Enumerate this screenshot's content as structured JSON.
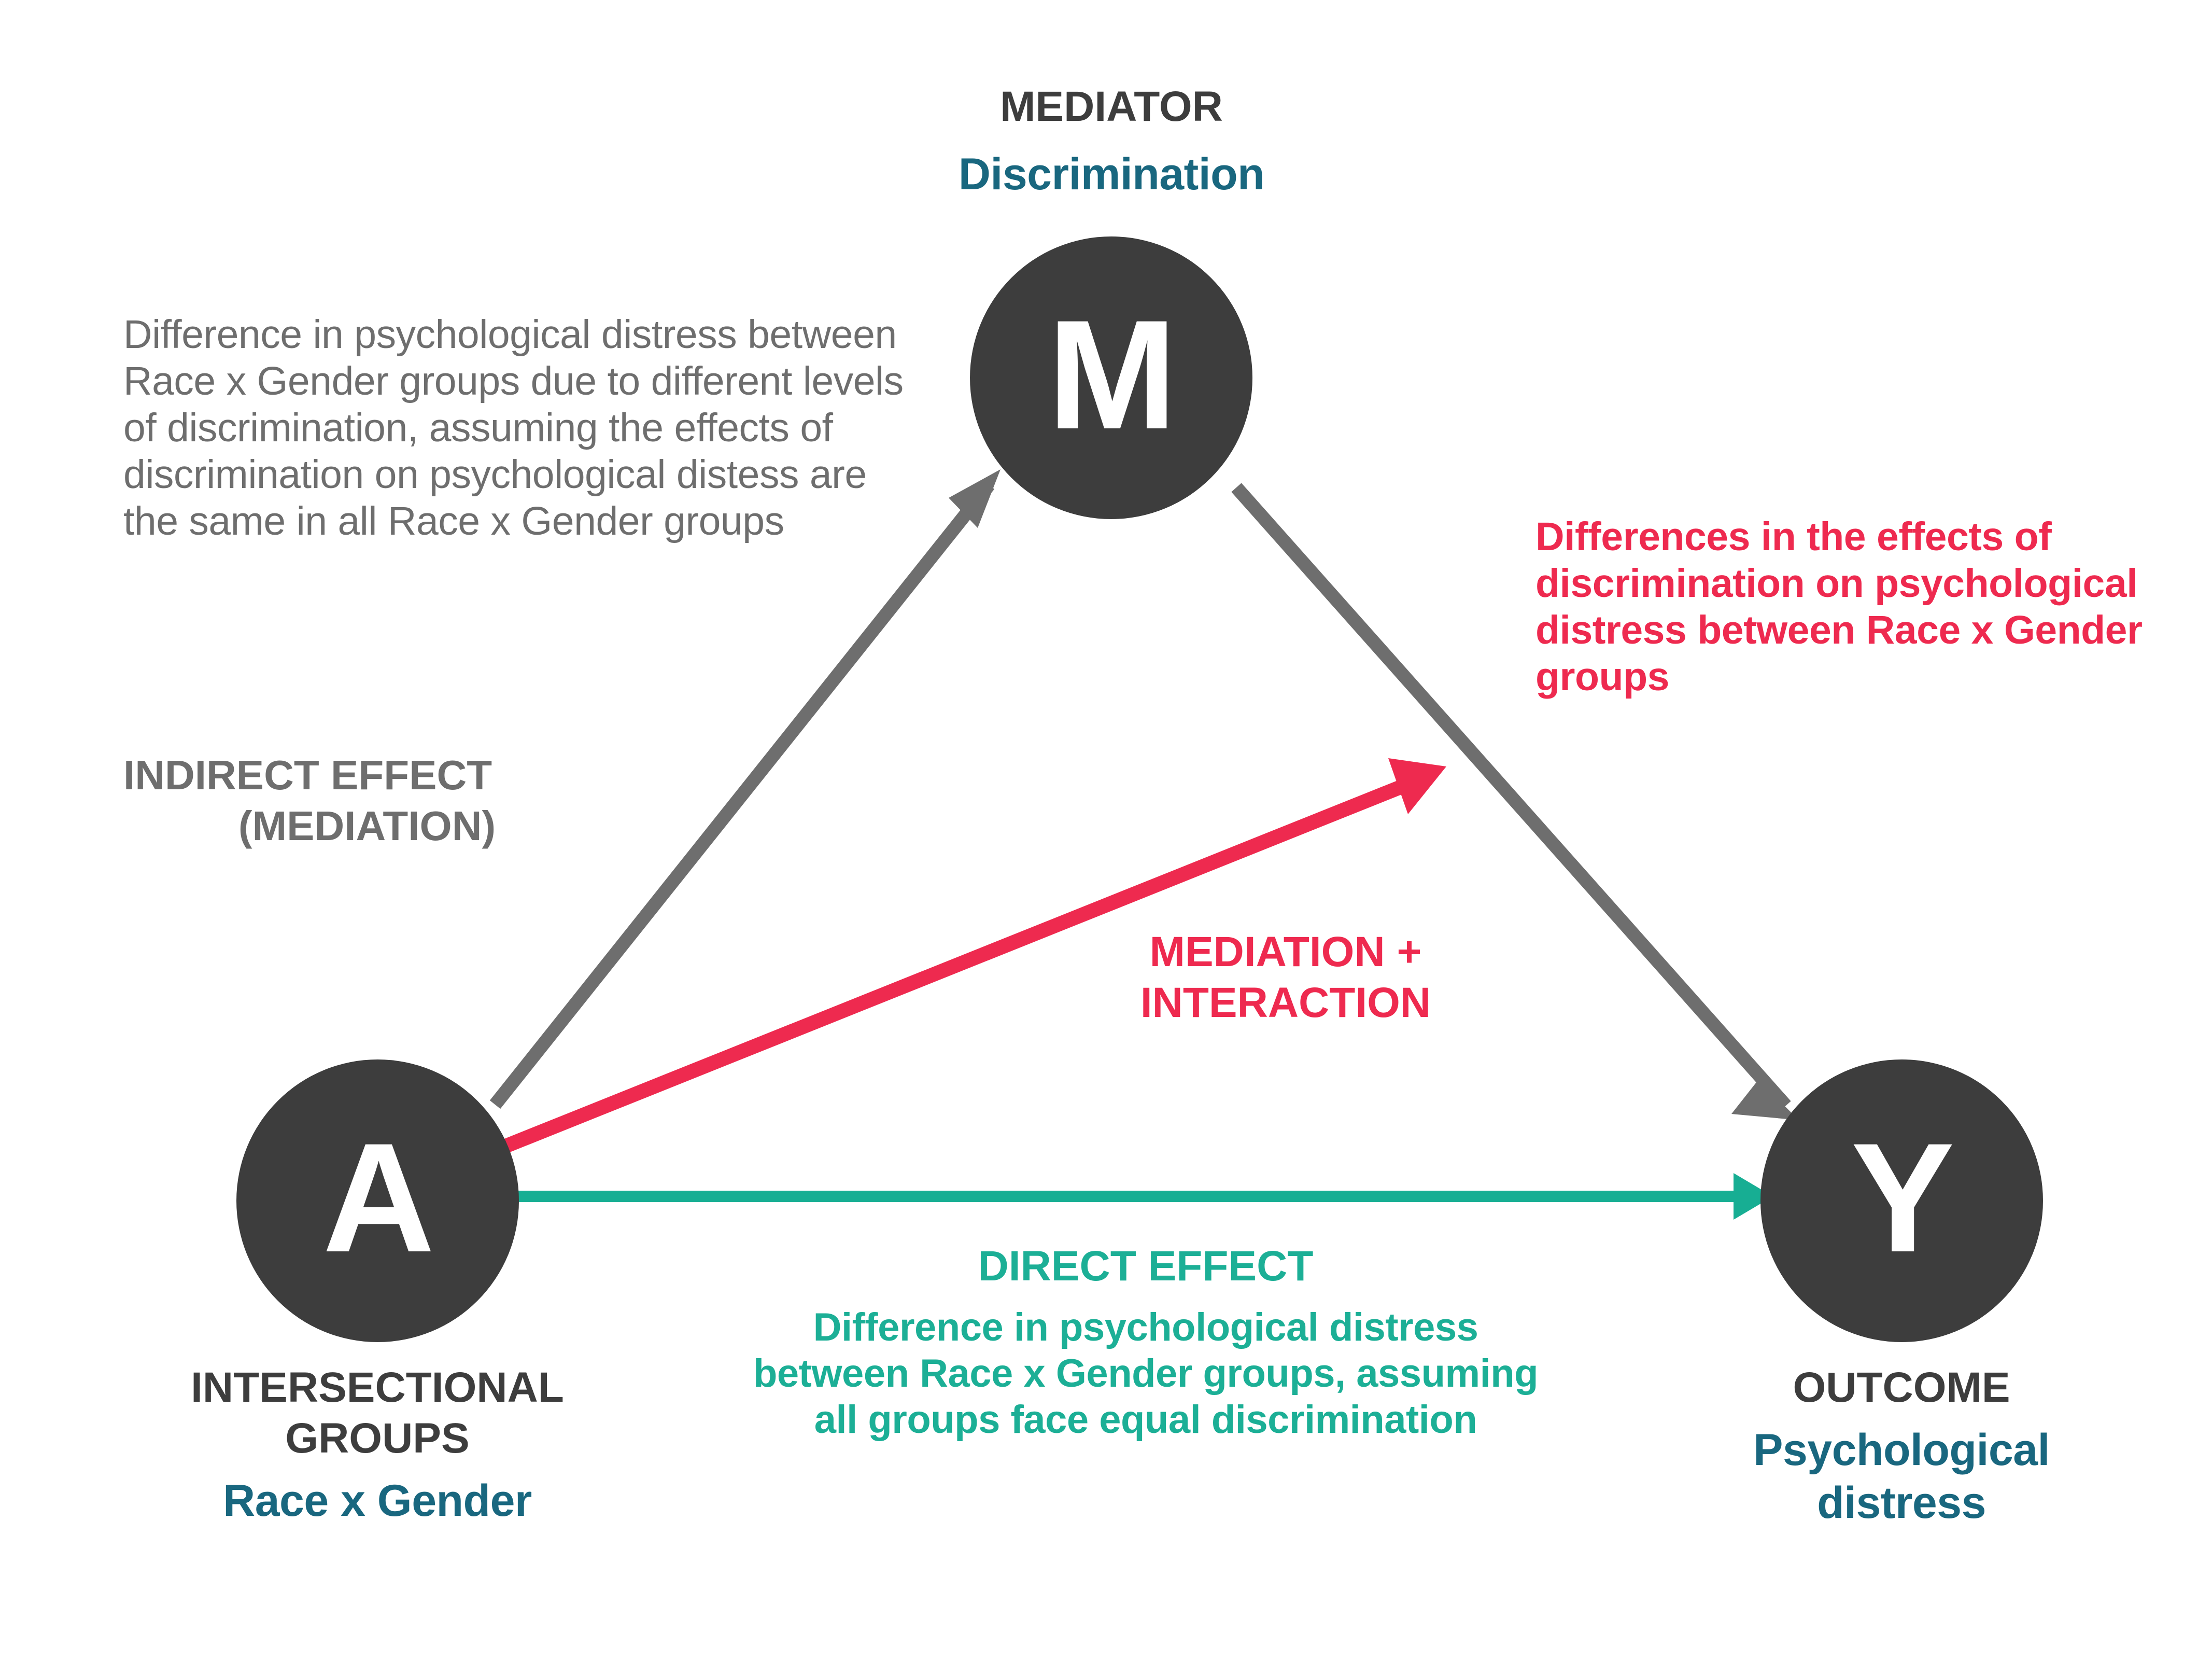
{
  "diagram": {
    "title": "Causal mediation diagram: Intersectional groups, Discrimination, Psychological distress",
    "colors": {
      "node_fill": "#3D3D3D",
      "node_letter": "#FFFFFF",
      "gray": "#6E6E6E",
      "crimson": "#EE2A4F",
      "teal_bright": "#1CAF96",
      "teal_deep": "#19677F",
      "background": "#FFFFFF"
    }
  },
  "nodes": {
    "mediator": {
      "letter": "M",
      "role_label": "MEDIATOR",
      "name_label": "Discrimination"
    },
    "exposure": {
      "letter": "A",
      "role_label_line1": "INTERSECTIONAL",
      "role_label_line2": "GROUPS",
      "name_label": "Race x Gender"
    },
    "outcome": {
      "letter": "Y",
      "role_label": "OUTCOME",
      "name_label_line1": "Psychological",
      "name_label_line2": "distress"
    }
  },
  "annotations": {
    "indirect": {
      "description": "Difference in psychological distress between Race x Gender groups due to different levels of discrimination, assuming the effects of discrimination on psychological distess are the same in all Race x Gender groups",
      "heading_line1": "INDIRECT EFFECT",
      "heading_line2": "(MEDIATION)"
    },
    "interaction": {
      "description": "Differences in the effects of discrimination on psychological distress between Race x Gender groups",
      "heading_line1": "MEDIATION +",
      "heading_line2": "INTERACTION"
    },
    "direct": {
      "heading": "DIRECT EFFECT",
      "description_before": "Difference in psychological distress between Race x Gender groups, assuming all groups face ",
      "description_emphasis": "equal",
      "description_after": " discrimination"
    }
  },
  "edges": [
    {
      "name": "a-to-m",
      "from": "A",
      "to": "M",
      "color": "#6E6E6E",
      "style": "solid-arrow"
    },
    {
      "name": "m-to-y",
      "from": "M",
      "to": "Y",
      "color": "#6E6E6E",
      "style": "solid-arrow"
    },
    {
      "name": "a-to-my-path",
      "from": "A",
      "to": "M-to-Y path",
      "color": "#EE2A4F",
      "style": "solid-arrow"
    },
    {
      "name": "a-to-y",
      "from": "A",
      "to": "Y",
      "color": "#1CAF96",
      "style": "solid-arrow"
    }
  ]
}
